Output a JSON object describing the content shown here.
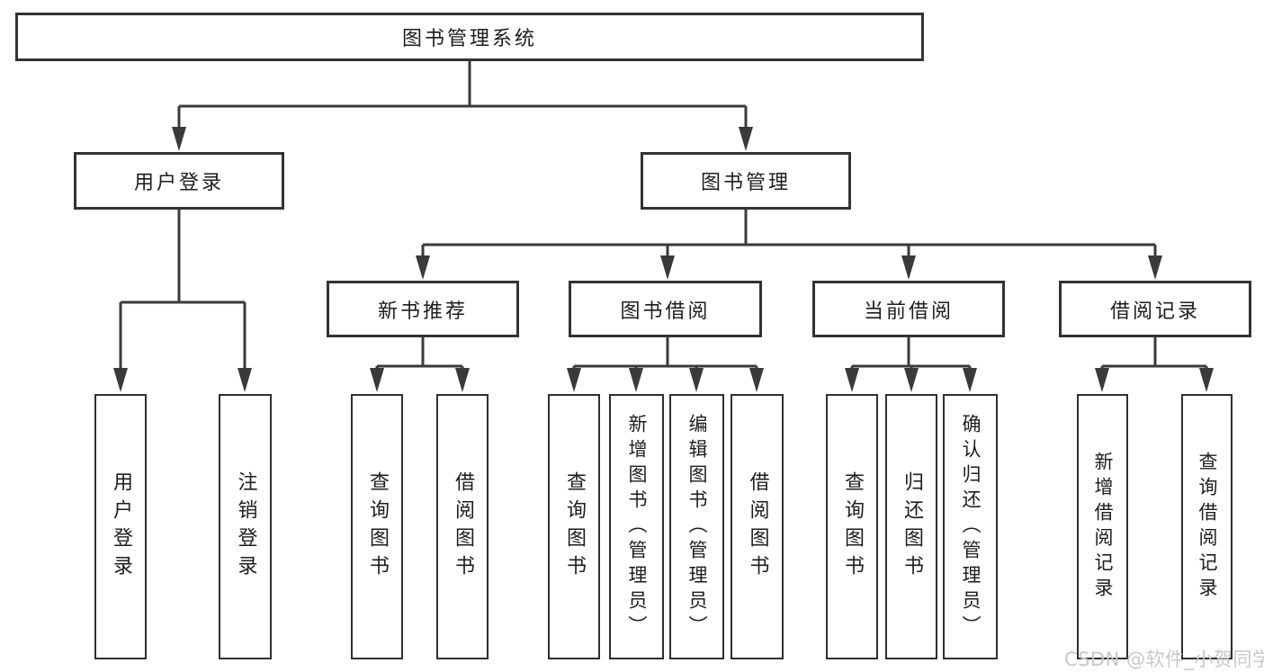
{
  "root_label": "图书管理系统",
  "level2": {
    "user_login": "用户登录",
    "book_management": "图书管理"
  },
  "level3": {
    "new_book_recommend": "新书推荐",
    "book_borrow": "图书借阅",
    "current_borrow": "当前借阅",
    "borrow_records": "借阅记录"
  },
  "leaves": {
    "under_user_login": [
      "用户登录",
      "注销登录"
    ],
    "under_new_book_recommend": [
      "查询图书",
      "借阅图书"
    ],
    "under_book_borrow": [
      "查询图书",
      "新增图书（管理员）",
      "编辑图书（管理员）",
      "借阅图书"
    ],
    "under_current_borrow": [
      "查询图书",
      "归还图书",
      "确认归还（管理员）"
    ],
    "under_borrow_records": [
      "新增借阅记录",
      "查询借阅记录"
    ]
  },
  "watermark": "CSDN @软件_小贺同学",
  "colors": {
    "line": "#3a3a3a",
    "box_border": "#333333",
    "text": "#1d1d1d",
    "watermark": "#c8c8c8",
    "background": "#ffffff"
  }
}
